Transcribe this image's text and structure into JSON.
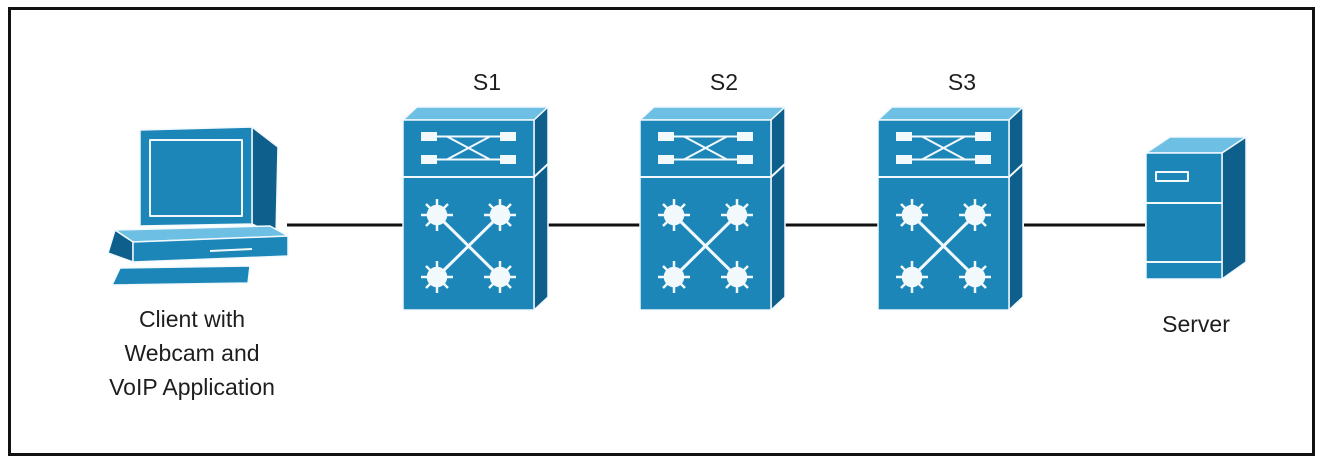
{
  "nodes": {
    "client": {
      "label": "Client with\nWebcam and\nVoIP Application"
    },
    "s1": {
      "label": "S1"
    },
    "s2": {
      "label": "S2"
    },
    "s3": {
      "label": "S3"
    },
    "server": {
      "label": "Server"
    }
  },
  "links": [
    {
      "from": "client",
      "to": "s1"
    },
    {
      "from": "s1",
      "to": "s2"
    },
    {
      "from": "s2",
      "to": "s3"
    },
    {
      "from": "s3",
      "to": "server"
    }
  ],
  "colors": {
    "device_front": "#1d86b8",
    "device_top": "#6dbfe4",
    "device_side": "#0f5f8c",
    "outline": "#f2f9fd",
    "link": "#111111",
    "border": "#111111",
    "text": "#1e1e1e"
  },
  "icons": {
    "client": "desktop-computer-icon",
    "switch": "multilayer-switch-icon",
    "server": "tower-server-icon"
  }
}
